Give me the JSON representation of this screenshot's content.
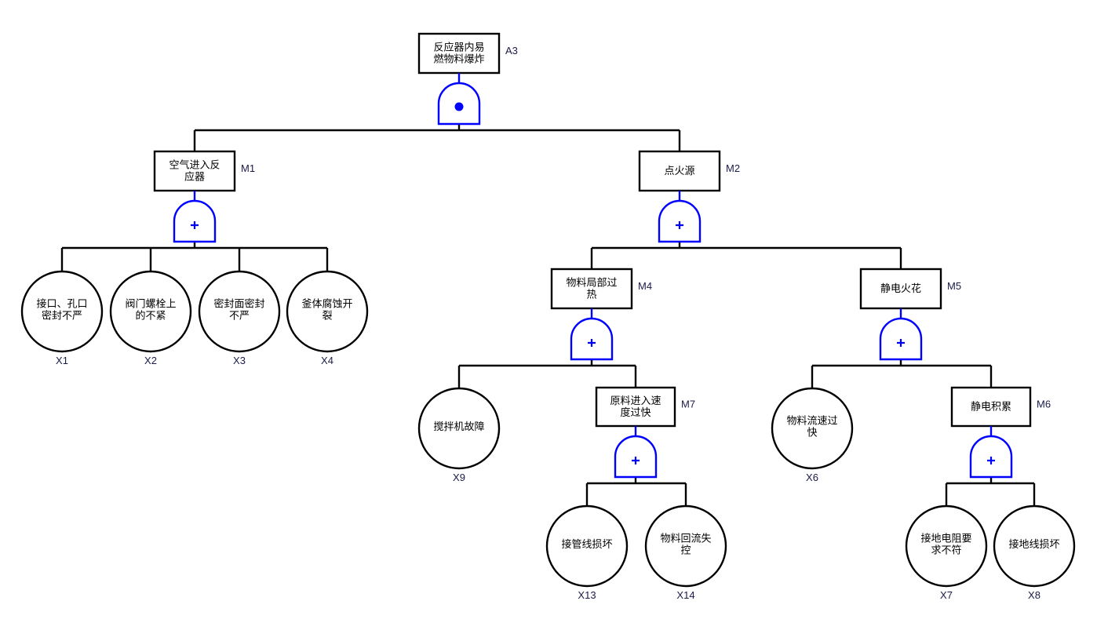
{
  "diagram": {
    "type": "fault-tree",
    "colors": {
      "gate": "#0000ff",
      "line": "#000000",
      "code_text": "#1a1a4a"
    },
    "events": [
      {
        "id": "A3",
        "kind": "top",
        "lines": [
          "反应器内易",
          "燃物料爆炸"
        ],
        "gate": "and",
        "children": [
          "M1",
          "M2"
        ]
      },
      {
        "id": "M1",
        "kind": "intermediate",
        "lines": [
          "空气进入反",
          "应器"
        ],
        "gate": "or",
        "children": [
          "X1",
          "X2",
          "X3",
          "X4"
        ]
      },
      {
        "id": "M2",
        "kind": "intermediate",
        "lines": [
          "点火源"
        ],
        "gate": "or",
        "children": [
          "M4",
          "M5"
        ]
      },
      {
        "id": "M4",
        "kind": "intermediate",
        "lines": [
          "物料局部过",
          "热"
        ],
        "gate": "or",
        "children": [
          "X9",
          "M7"
        ]
      },
      {
        "id": "M5",
        "kind": "intermediate",
        "lines": [
          "静电火花"
        ],
        "gate": "or",
        "children": [
          "X6",
          "M6"
        ]
      },
      {
        "id": "M7",
        "kind": "intermediate",
        "lines": [
          "原料进入速",
          "度过快"
        ],
        "gate": "or",
        "children": [
          "X13",
          "X14"
        ]
      },
      {
        "id": "M6",
        "kind": "intermediate",
        "lines": [
          "静电积累"
        ],
        "gate": "or",
        "children": [
          "X7",
          "X8"
        ]
      },
      {
        "id": "X1",
        "kind": "basic",
        "lines": [
          "接口、孔口",
          "密封不严"
        ]
      },
      {
        "id": "X2",
        "kind": "basic",
        "lines": [
          "阀门螺栓上",
          "的不紧"
        ]
      },
      {
        "id": "X3",
        "kind": "basic",
        "lines": [
          "密封面密封",
          "不严"
        ]
      },
      {
        "id": "X4",
        "kind": "basic",
        "lines": [
          "釜体腐蚀开",
          "裂"
        ]
      },
      {
        "id": "X9",
        "kind": "basic",
        "lines": [
          "搅拌机故障"
        ]
      },
      {
        "id": "X13",
        "kind": "basic",
        "lines": [
          "接管线损坏"
        ]
      },
      {
        "id": "X14",
        "kind": "basic",
        "lines": [
          "物料回流失",
          "控"
        ]
      },
      {
        "id": "X6",
        "kind": "basic",
        "lines": [
          "物料流速过",
          "快"
        ]
      },
      {
        "id": "X7",
        "kind": "basic",
        "lines": [
          "接地电阻要",
          "求不符"
        ]
      },
      {
        "id": "X8",
        "kind": "basic",
        "lines": [
          "接地线损坏"
        ]
      }
    ]
  }
}
